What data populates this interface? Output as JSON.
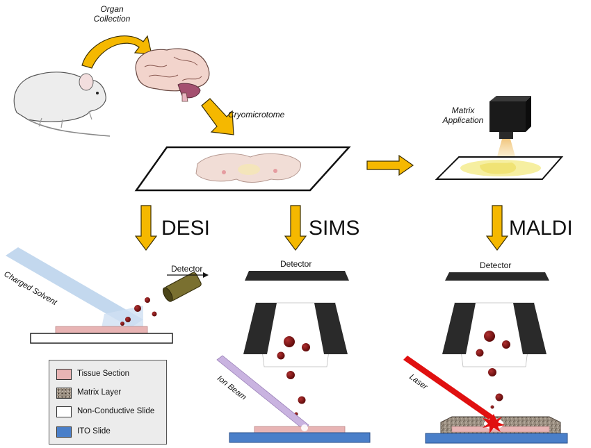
{
  "labels": {
    "organ_collection": "Organ\nCollection",
    "cryomicrotome": "Cryomicrotome",
    "matrix_application": "Matrix\nApplication",
    "desi": "DESI",
    "sims": "SIMS",
    "maldi": "MALDI",
    "detector": "Detector",
    "charged_solvent": "Charged Solvent",
    "ion_beam": "Ion Beam",
    "laser": "Laser"
  },
  "legend": [
    {
      "label": "Tissue Section",
      "color": "#e8b4b4",
      "pattern": "solid"
    },
    {
      "label": "Matrix Layer",
      "color": "#8b7f73",
      "pattern": "speckle"
    },
    {
      "label": "Non-Conductive Slide",
      "color": "#ffffff",
      "pattern": "solid"
    },
    {
      "label": "ITO Slide",
      "color": "#4a7fc9",
      "pattern": "solid"
    }
  ],
  "colors": {
    "arrow": "#f5b800",
    "arrow_stroke": "#3a2e00",
    "droplet": "#7a1010",
    "ito": "#4a7fc9",
    "tissue": "#e8b4b4",
    "laser": "#e01010",
    "solvent": "#bcd4ec",
    "ion_beam": "#c9b3e0"
  },
  "icons": [
    "mouse-icon",
    "brain-icon",
    "tissue-slide-icon",
    "camera-sprayer-icon",
    "detector-plate-icon",
    "ion-optics-icon",
    "nozzle-icon"
  ]
}
